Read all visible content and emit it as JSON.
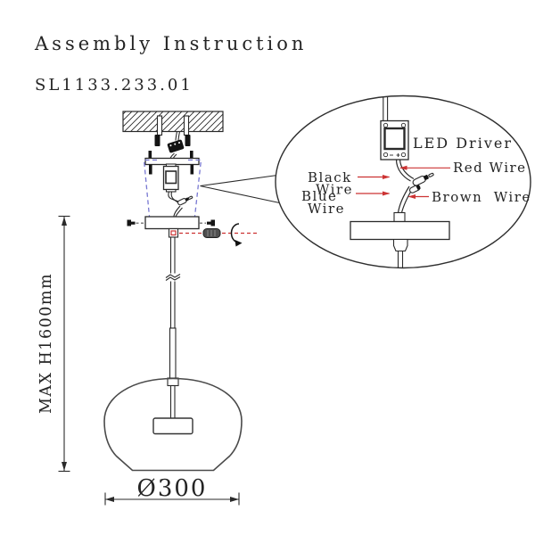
{
  "document": {
    "title": "Assembly Instruction",
    "model_number": "SL1133.233.01"
  },
  "dimensions": {
    "max_height_label": "MAX H1600mm",
    "shade_diameter_label": "Ø300"
  },
  "detail_view": {
    "led_driver_label": "LED Driver",
    "red_wire_label": "Red Wire",
    "black_wire_label_line1": "Black",
    "black_wire_label_line2": "Wire",
    "blue_wire_label_line1": "Blue",
    "blue_wire_label_line2": "Wire",
    "brown_wire_label": "Brown  Wire"
  },
  "colors": {
    "line_color": "#2a2a2a",
    "red_accent": "#cc3333",
    "blue_dashed_canopy": "#7878d2",
    "background": "#ffffff"
  }
}
